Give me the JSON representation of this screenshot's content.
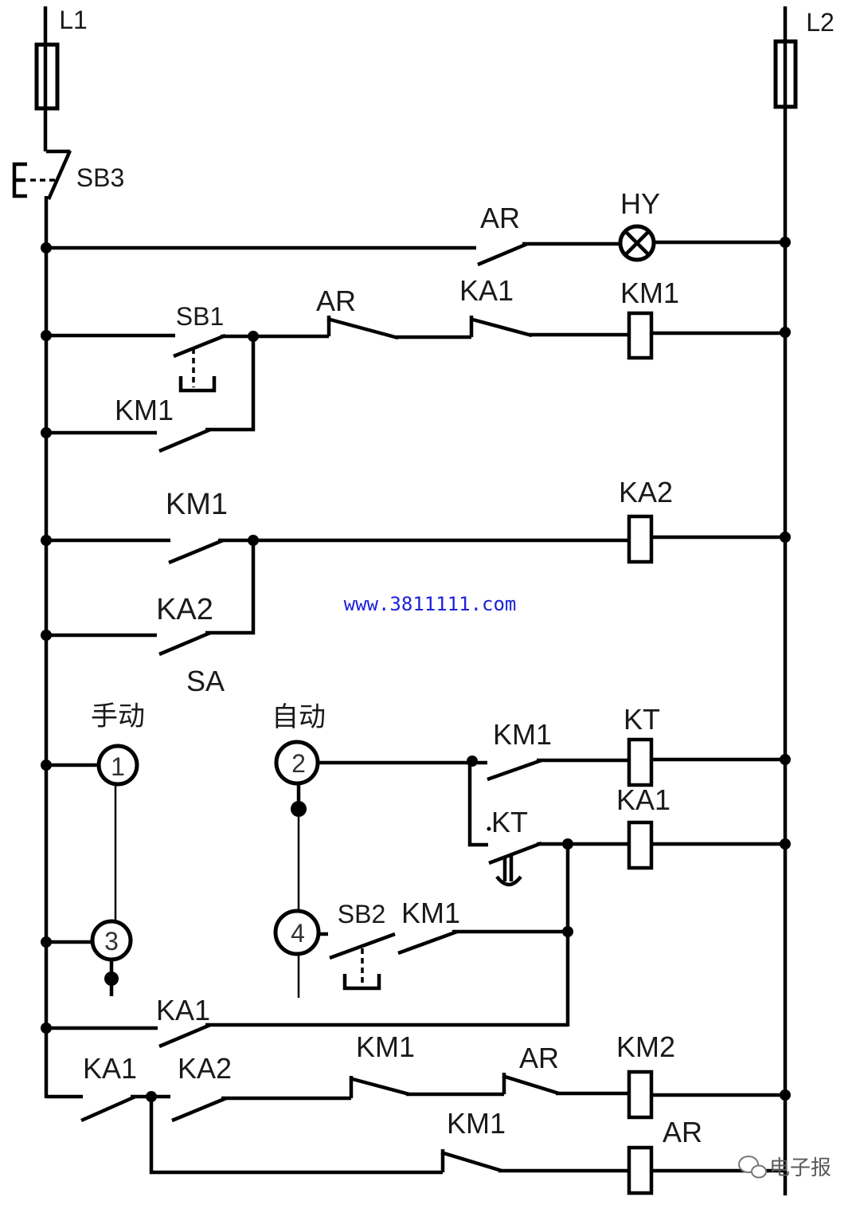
{
  "rails": {
    "left": "L1",
    "right": "L2"
  },
  "stop_button": "SB3",
  "rung_lamp": {
    "contact": "AR",
    "lamp": "HY"
  },
  "rung_km1": {
    "start_button": "SB1",
    "ar_contact": "AR",
    "ka1_contact": "KA1",
    "coil": "KM1",
    "hold_contact": "KM1"
  },
  "rung_ka2": {
    "km1_contact": "KM1",
    "coil": "KA2",
    "hold_contact": "KA2"
  },
  "watermark": "www.3811111.com",
  "selector": {
    "label": "SA",
    "manual": "手动",
    "auto": "自动",
    "terminals": [
      "1",
      "2",
      "3",
      "4"
    ]
  },
  "rung_kt": {
    "km1_contact": "KM1",
    "coil": "KT"
  },
  "rung_ka1": {
    "timer_contact": "KT",
    "coil": "KA1",
    "sb2_button": "SB2",
    "km1_contact": "KM1",
    "hold_contact": "KA1"
  },
  "rung_km2": {
    "ka1_contact": "KA1",
    "ka2_contact": "KA2",
    "km1_contact": "KM1",
    "ar_contact": "AR",
    "coil": "KM2"
  },
  "rung_ar": {
    "km1_contact": "KM1",
    "coil": "AR"
  },
  "source": {
    "icon": "wechat-icon",
    "name": "电子报"
  },
  "colors": {
    "ink": "#000000",
    "watermark": "#1e22d8",
    "source": "#5a5a5a",
    "background": "#ffffff"
  }
}
